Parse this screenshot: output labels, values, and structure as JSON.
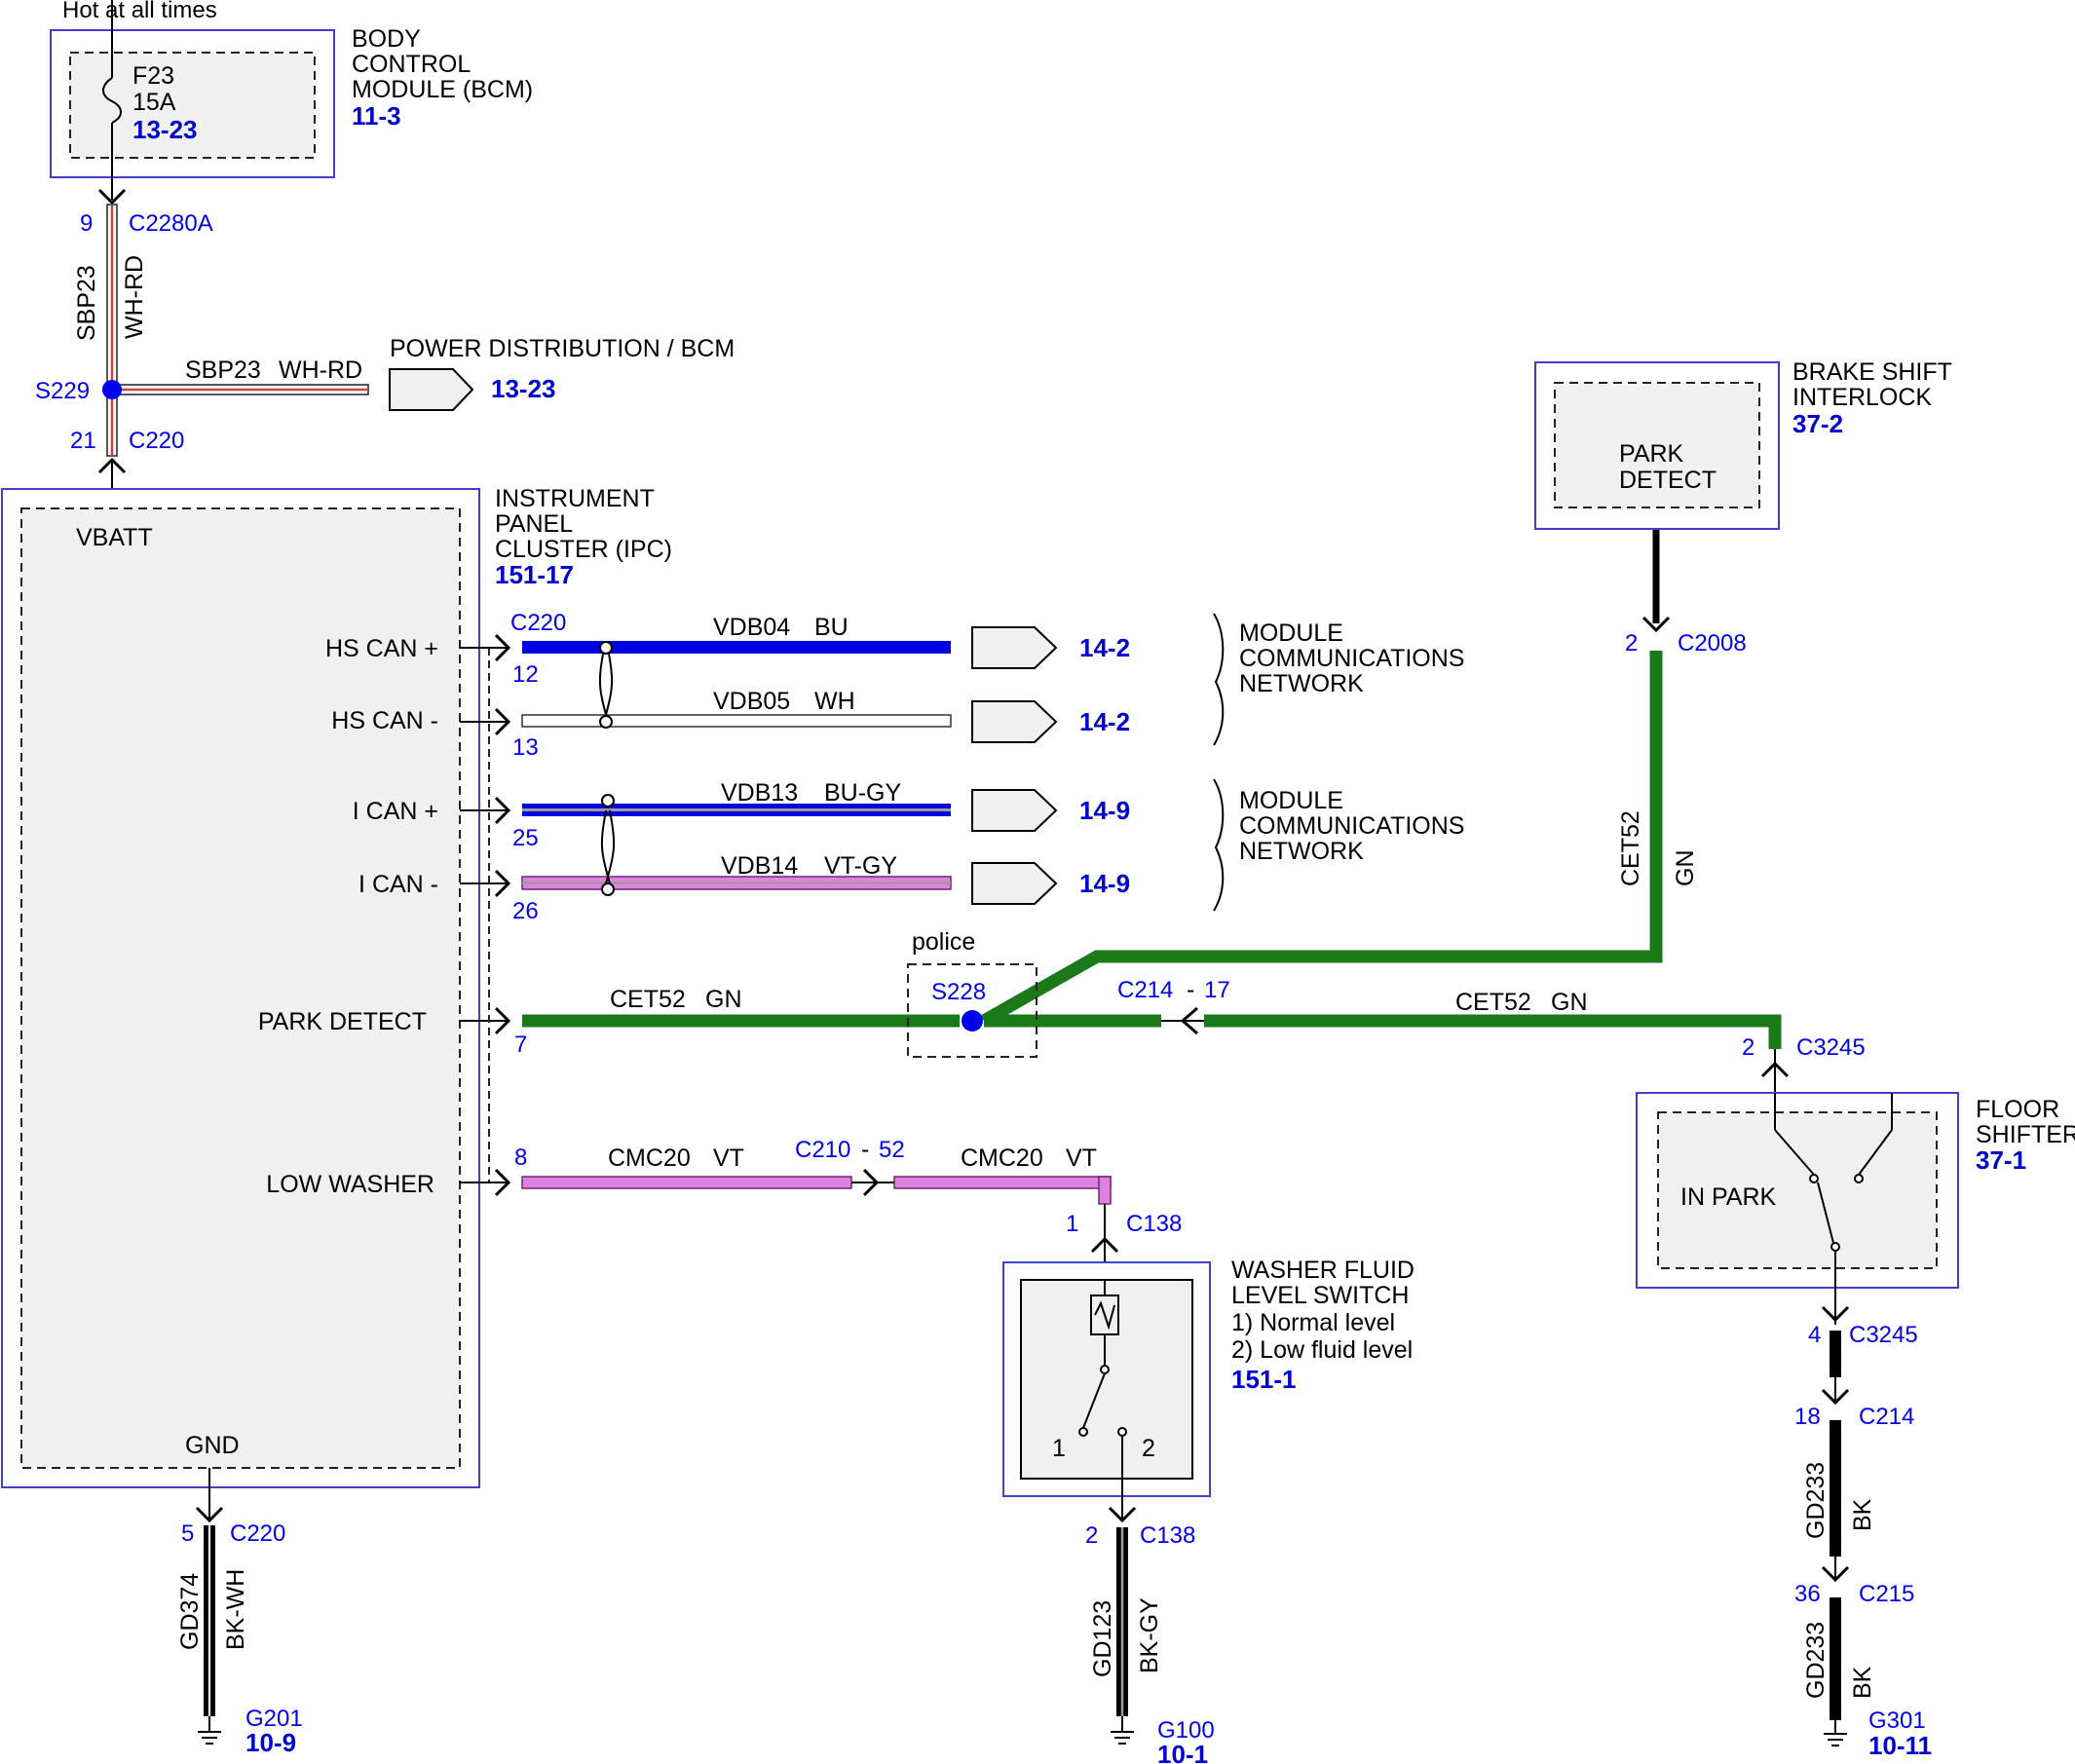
{
  "title": "Hot at all times",
  "bcm": {
    "name_line1": "BODY",
    "name_line2": "CONTROL",
    "name_line3": "MODULE (BCM)",
    "ref": "11-3",
    "fuse": "F23",
    "fuse_amp": "15A",
    "fuse_ref": "13-23"
  },
  "c2280a": {
    "pin": "9",
    "connector": "C2280A"
  },
  "sbp23": {
    "circuit": "SBP23",
    "color": "WH-RD"
  },
  "s229": {
    "label": "S229"
  },
  "power_dist": {
    "label": "POWER DISTRIBUTION / BCM",
    "ref": "13-23"
  },
  "c220_top": {
    "pin": "21",
    "connector": "C220"
  },
  "ipc": {
    "name_line1": "INSTRUMENT",
    "name_line2": "PANEL",
    "name_line3": "CLUSTER (IPC)",
    "ref": "151-17",
    "vbatt": "VBATT",
    "gnd": "GND",
    "hs_can_plus": "HS CAN +",
    "hs_can_minus": "HS CAN -",
    "i_can_plus": "I CAN +",
    "i_can_minus": "I CAN -",
    "park_detect": "PARK DETECT",
    "low_washer": "LOW WASHER"
  },
  "can": {
    "c220": "C220",
    "pin12": "12",
    "pin13": "13",
    "pin25": "25",
    "pin26": "26",
    "vdb04": "VDB04",
    "bu": "BU",
    "ref1": "14-2",
    "vdb05": "VDB05",
    "wh": "WH",
    "ref2": "14-2",
    "vdb13": "VDB13",
    "bugy": "BU-GY",
    "ref3": "14-9",
    "vdb14": "VDB14",
    "vtgy": "VT-GY",
    "ref4": "14-9",
    "mcn1_line1": "MODULE",
    "mcn1_line2": "COMMUNICATIONS",
    "mcn1_line3": "NETWORK",
    "mcn2_line1": "MODULE",
    "mcn2_line2": "COMMUNICATIONS",
    "mcn2_line3": "NETWORK"
  },
  "park": {
    "pin7": "7",
    "cet52": "CET52",
    "gn": "GN",
    "police": "police",
    "s228": "S228",
    "c214": "C214",
    "dash": "-",
    "c214_pin": "17",
    "cet52_b": "CET52",
    "gn_b": "GN",
    "c3245_pin": "2",
    "c3245": "C3245",
    "vert_cet52": "CET52",
    "vert_gn": "GN",
    "c2008_pin": "2",
    "c2008": "C2008"
  },
  "bsi": {
    "name_line1": "BRAKE SHIFT",
    "name_line2": "INTERLOCK",
    "ref": "37-2",
    "inner_line1": "PARK",
    "inner_line2": "DETECT"
  },
  "washer_circuit": {
    "pin8": "8",
    "cmc20": "CMC20",
    "vt": "VT",
    "c210": "C210",
    "dash": "-",
    "c210_pin": "52",
    "cmc20_b": "CMC20",
    "vt_b": "VT",
    "c138_pin": "1",
    "c138": "C138"
  },
  "washer_switch": {
    "name_line1": "WASHER FLUID",
    "name_line2": "LEVEL SWITCH",
    "state1": "1) Normal level",
    "state2": "2) Low fluid level",
    "ref": "151-1",
    "pos1": "1",
    "pos2": "2"
  },
  "floor": {
    "name_line1": "FLOOR",
    "name_line2": "SHIFTER",
    "ref": "37-1",
    "in_park": "IN PARK"
  },
  "ground_left": {
    "pin": "5",
    "connector": "C220",
    "circuit": "GD374",
    "color": "BK-WH",
    "ground": "G201",
    "ref": "10-9"
  },
  "ground_mid": {
    "pin": "2",
    "connector": "C138",
    "circuit": "GD123",
    "color": "BK-GY",
    "ground": "G100",
    "ref": "10-1"
  },
  "ground_right": {
    "pin_a": "4",
    "connector_a": "C3245",
    "pin_b": "18",
    "connector_b": "C214",
    "circuit_a": "GD233",
    "color_a": "BK",
    "pin_c": "36",
    "connector_c": "C215",
    "circuit_b": "GD233",
    "color_b": "BK",
    "ground": "G301",
    "ref": "10-11"
  },
  "colors": {
    "blue_wire": "#0000e0",
    "green_wire": "#1a7a1a",
    "violet_wire": "#e080e0",
    "ref_text": "#0000cc"
  }
}
